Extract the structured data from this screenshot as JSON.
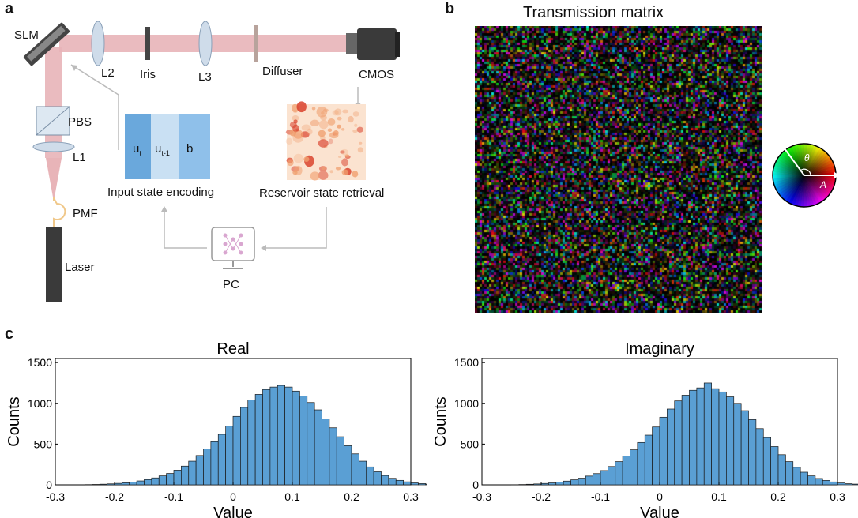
{
  "panels": {
    "a": "a",
    "b": "b",
    "c": "c"
  },
  "setup": {
    "labels": {
      "slm": "SLM",
      "l2": "L2",
      "iris": "Iris",
      "l3": "L3",
      "diffuser": "Diffuser",
      "cmos": "CMOS",
      "pbs": "PBS",
      "l1": "L1",
      "pmf": "PMF",
      "laser": "Laser",
      "pc": "PC"
    },
    "encoding": {
      "cells": [
        {
          "main": "u",
          "sub": "t",
          "color": "#6aa8dc"
        },
        {
          "main": "u",
          "sub": "t-1",
          "color": "#c9e0f3"
        },
        {
          "main": "b",
          "sub": "",
          "color": "#8fc0ea"
        }
      ],
      "caption": "Input state encoding"
    },
    "reservoir": {
      "caption": "Reservoir state retrieval"
    },
    "beam_color": "#e8b4b8"
  },
  "transmission": {
    "title": "Transmission matrix",
    "colorwheel": {
      "theta": "θ",
      "A": "A"
    }
  },
  "chart_data": [
    {
      "type": "bar",
      "title": "Real",
      "xlabel": "Value",
      "ylabel": "Counts",
      "xlim": [
        -0.3,
        0.3
      ],
      "ylim": [
        0,
        1550
      ],
      "xticks": [
        "-0.3",
        "-0.2",
        "-0.1",
        "0",
        "0.1",
        "0.2",
        "0.3"
      ],
      "yticks": [
        "0",
        "500",
        "1000",
        "1500"
      ],
      "bin_width": 0.0125,
      "bin_start": -0.25,
      "values": [
        3,
        5,
        8,
        12,
        18,
        25,
        35,
        48,
        65,
        85,
        110,
        140,
        180,
        230,
        290,
        360,
        440,
        530,
        620,
        720,
        840,
        950,
        1040,
        1110,
        1170,
        1200,
        1220,
        1200,
        1150,
        1090,
        1010,
        920,
        810,
        700,
        590,
        480,
        380,
        290,
        220,
        160,
        115,
        80,
        55,
        37,
        24,
        15,
        9,
        5,
        3,
        2
      ],
      "bar_color": "#5a9fd4"
    },
    {
      "type": "bar",
      "title": "Imaginary",
      "xlabel": "Value",
      "ylabel": "Counts",
      "xlim": [
        -0.3,
        0.3
      ],
      "ylim": [
        0,
        1550
      ],
      "xticks": [
        "-0.3",
        "-0.2",
        "-0.1",
        "0",
        "0.1",
        "0.2",
        "0.3"
      ],
      "yticks": [
        "0",
        "500",
        "1000",
        "1500"
      ],
      "bin_width": 0.0125,
      "bin_start": -0.25,
      "values": [
        2,
        4,
        7,
        11,
        17,
        24,
        33,
        46,
        62,
        82,
        108,
        138,
        175,
        225,
        285,
        355,
        430,
        520,
        610,
        710,
        830,
        930,
        1030,
        1100,
        1160,
        1190,
        1250,
        1180,
        1140,
        1080,
        1000,
        910,
        800,
        690,
        580,
        470,
        370,
        285,
        215,
        155,
        110,
        78,
        54,
        36,
        23,
        14,
        9,
        5,
        3,
        2
      ],
      "bar_color": "#5a9fd4"
    }
  ]
}
